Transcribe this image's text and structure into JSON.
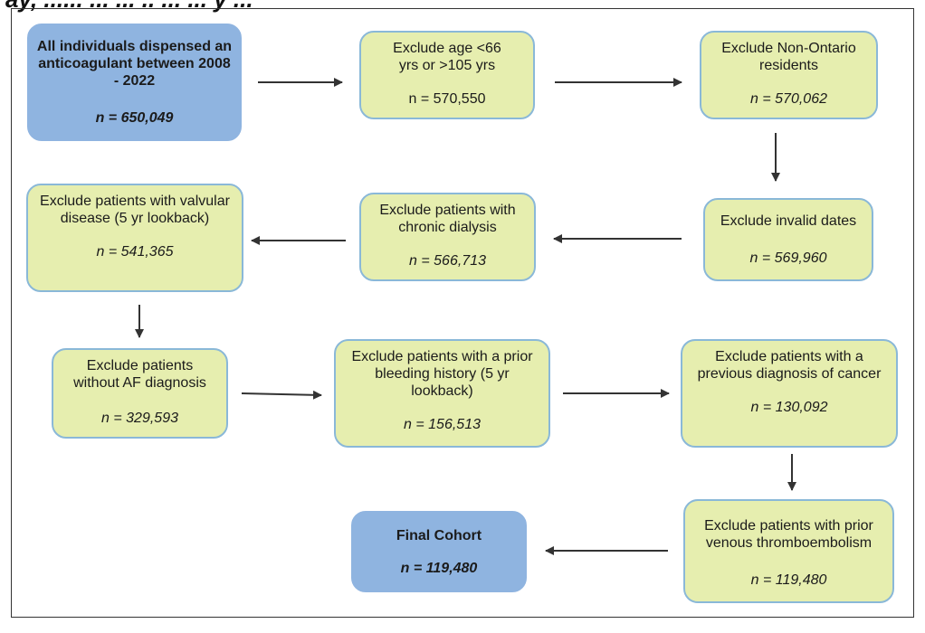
{
  "header_fragment": "ay, ...... ... ... .. ... ... y ...",
  "colors": {
    "box_fill": "#e6eeaf",
    "box_border": "#8ab8d8",
    "start_end_fill": "#8fb4e0",
    "arrow": "#333333"
  },
  "boxes": [
    {
      "id": "start",
      "text": "All individuals dispensed an anticoagulant between 2008 - 2022",
      "n": "n = 650,049"
    },
    {
      "id": "age",
      "text": "Exclude age <66 yrs or >105 yrs",
      "n": "n = 570,550"
    },
    {
      "id": "non-ontario",
      "text": "Exclude Non-Ontario residents",
      "n": "n = 570,062"
    },
    {
      "id": "invalid-dates",
      "text": "Exclude invalid dates",
      "n": "n = 569,960"
    },
    {
      "id": "dialysis",
      "text": "Exclude patients with chronic dialysis",
      "n": "n = 566,713"
    },
    {
      "id": "valvular",
      "text": "Exclude patients with valvular disease (5 yr lookback)",
      "n": "n = 541,365"
    },
    {
      "id": "af",
      "text": "Exclude patients without AF diagnosis",
      "n": "n = 329,593"
    },
    {
      "id": "bleeding",
      "text": "Exclude patients with a prior bleeding history (5 yr lookback)",
      "n": "n = 156,513"
    },
    {
      "id": "cancer",
      "text": "Exclude patients with a previous diagnosis of cancer",
      "n": "n = 130,092"
    },
    {
      "id": "vte",
      "text": "Exclude patients with prior venous thromboembolism",
      "n": "n = 119,480"
    },
    {
      "id": "final",
      "text": "Final Cohort",
      "n": "n = 119,480"
    }
  ]
}
